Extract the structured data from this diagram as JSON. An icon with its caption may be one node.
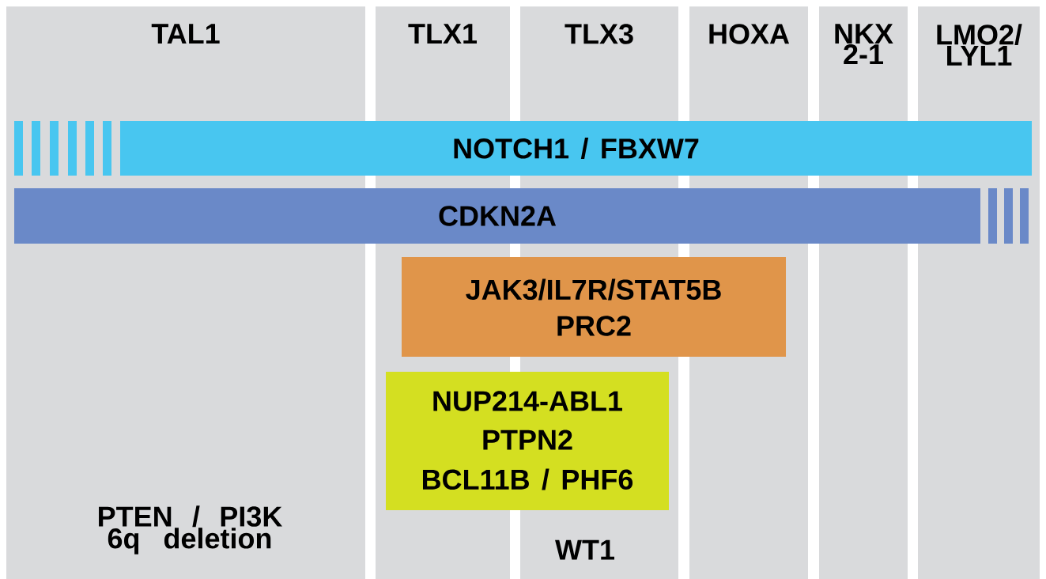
{
  "diagram": {
    "nodes": [
      {
        "text": [
          "TAL1",
          "PTEN / PI3K 6q deletion"
        ]
      },
      {
        "text": [
          "TLX1"
        ]
      },
      {
        "text": [
          "TLX3",
          "WT1"
        ]
      },
      {
        "text": [
          "HOXA"
        ]
      },
      {
        "text": [
          "NKX 2-1"
        ]
      },
      {
        "text": [
          "LMO2/ LYL1"
        ]
      },
      {
        "text": [
          "NOTCH1 / FBXW7"
        ]
      },
      {
        "text": [
          "CDKN2A"
        ]
      },
      {
        "text": [
          "JAK3/IL7R/STAT5B",
          "PRC2"
        ]
      },
      {
        "text": [
          "NUP214-ABL1",
          "PTPN2",
          "BCL11B / PHF6"
        ]
      }
    ]
  }
}
